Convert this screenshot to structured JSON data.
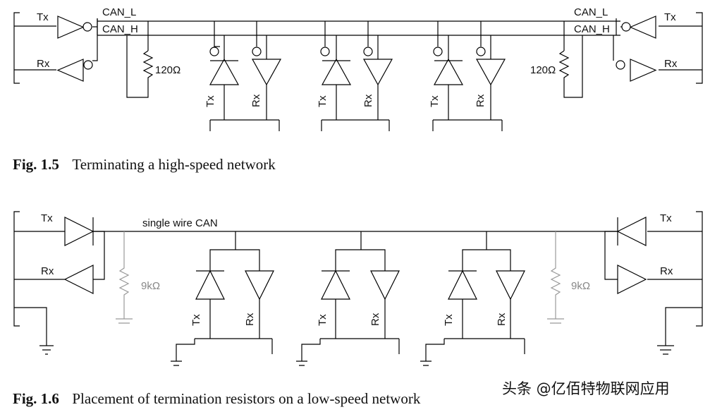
{
  "fig15": {
    "tx_left": "Tx",
    "rx_left": "Rx",
    "can_l_left": "CAN_L",
    "can_h_left": "CAN_H",
    "res_left": "120Ω",
    "tx_right": "Tx",
    "rx_right": "Rx",
    "can_l_right": "CAN_L",
    "can_h_right": "CAN_H",
    "res_right": "120Ω",
    "node_tx": "Tx",
    "node_rx": "Rx",
    "caption_num": "Fig. 1.5",
    "caption_text": "Terminating a high-speed network"
  },
  "fig16": {
    "tx_left": "Tx",
    "rx_left": "Rx",
    "bus_label": "single wire CAN",
    "res_left": "9kΩ",
    "tx_right": "Tx",
    "rx_right": "Rx",
    "res_right": "9kΩ",
    "node_tx": "Tx",
    "node_rx": "Rx",
    "caption_num": "Fig. 1.6",
    "caption_text": "Placement of termination resistors on a low-speed network"
  },
  "watermark": "头条 @亿佰特物联网应用"
}
